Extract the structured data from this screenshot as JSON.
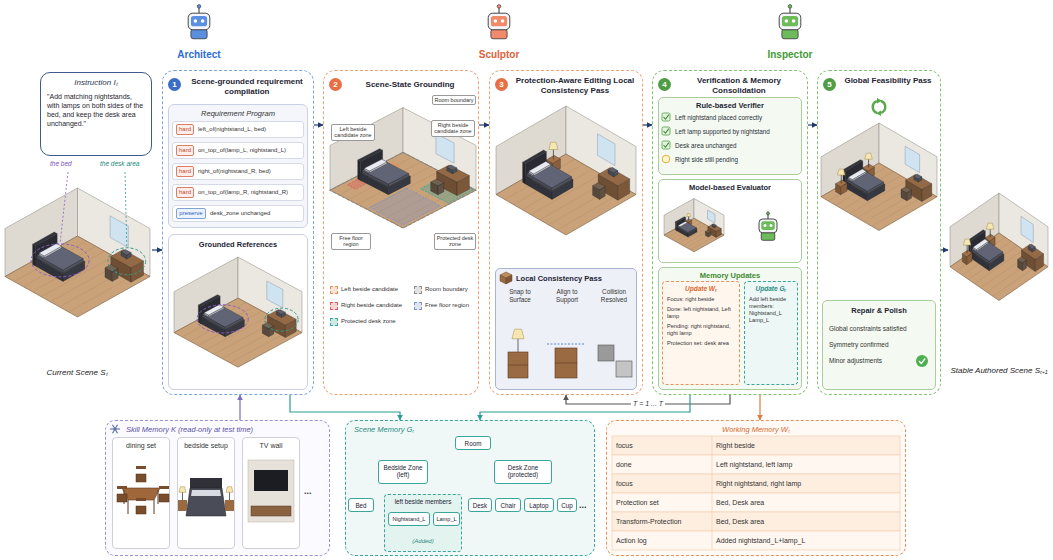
{
  "diagram": {
    "nodes": [
      {
        "text": [
          "Instruction Iₜ",
          "\"Add matching nightstands, with lamps on both sides of the bed, and keep the desk area unchanged.\""
        ]
      },
      {
        "text": [
          "Current Scene Sₜ"
        ]
      },
      {
        "text": [
          "1",
          "Scene-grounded requirement compilation"
        ]
      },
      {
        "text": [
          "Requirement Program"
        ],
        "in": 2
      },
      {
        "text": [
          "hard",
          "left_of(nightstand_L, bed)"
        ],
        "in": 3
      },
      {
        "text": [
          "hard",
          "on_top_of(lamp_L, nightstand_L)"
        ],
        "in": 3
      },
      {
        "text": [
          "hard",
          "right_of(nightstand_R, bed)"
        ],
        "in": 3
      },
      {
        "text": [
          "hard",
          "on_top_of(lamp_R, nightstand_R)"
        ],
        "in": 3
      },
      {
        "text": [
          "preserve",
          "desk_zone unchanged"
        ],
        "in": 3
      },
      {
        "text": [
          "Grounded References"
        ],
        "in": 2
      },
      {
        "text": [
          "2",
          "Scene-State Grounding"
        ]
      },
      {
        "text": [
          "3",
          "Protection-Aware Editing Local Consistency Pass"
        ]
      },
      {
        "text": [
          "Local Consistency Pass",
          "Snap to Surface",
          "Align to Support",
          "Collision Resolved"
        ],
        "in": 11
      },
      {
        "text": [
          "4",
          "Verification & Memory Consolidation"
        ]
      },
      {
        "text": [
          "Rule-based Verifier",
          "Left nightstand placed correctly",
          "Left lamp supported by nightstand",
          "Desk area unchanged",
          "Right side still pending"
        ],
        "in": 13
      },
      {
        "text": [
          "Model-based Evaluator"
        ],
        "in": 13
      },
      {
        "text": [
          "Memory Updates"
        ],
        "in": 13
      },
      {
        "text": [
          "Update Wₜ",
          "Focus: right beside",
          "Done: left nightstand, Left lamp",
          "Pending: right nightstand, right lamp",
          "Protection set: desk area"
        ],
        "in": 16
      },
      {
        "text": [
          "Update Gₜ",
          "Add left beside members: Nightstand_L Lamp_L"
        ],
        "in": 16
      },
      {
        "text": [
          "5",
          "Global Feasibility Pass"
        ]
      },
      {
        "text": [
          "Repair & Polish",
          "Global constraints satisfied",
          "Symmetry confirmed",
          "Minor adjustments"
        ],
        "in": 19
      },
      {
        "text": [
          "Stable Authored Scene Sₜ₊₁"
        ]
      },
      {
        "text": [
          "Skill Memory K (read-only at test time)"
        ]
      },
      {
        "text": [
          "dining set"
        ],
        "in": 22
      },
      {
        "text": [
          "bedside setup"
        ],
        "in": 22
      },
      {
        "text": [
          "TV wall"
        ],
        "in": 22
      },
      {
        "text": [
          "Scene Memory Gₜ"
        ]
      },
      {
        "text": [
          "Room"
        ],
        "in": 26
      },
      {
        "text": [
          "Bedside Zone (left)"
        ],
        "in": 26
      },
      {
        "text": [
          "Desk Zone (protected)"
        ],
        "in": 26
      },
      {
        "text": [
          "Bed"
        ],
        "in": 26
      },
      {
        "text": [
          "left beside members",
          "(Added)"
        ],
        "in": 26
      },
      {
        "text": [
          "Nightstand_L"
        ],
        "in": 31
      },
      {
        "text": [
          "Lamp_L"
        ],
        "in": 31
      },
      {
        "text": [
          "Desk"
        ],
        "in": 26
      },
      {
        "text": [
          "Chair"
        ],
        "in": 26
      },
      {
        "text": [
          "Laptop"
        ],
        "in": 26
      },
      {
        "text": [
          "Cup"
        ],
        "in": 26
      },
      {
        "text": [
          "Working Memory Wₜ"
        ]
      }
    ],
    "edges": [
      {
        "from": 1,
        "to": 2,
        "arrow": "to"
      },
      {
        "from": 2,
        "to": 10,
        "arrow": "to"
      },
      {
        "from": 10,
        "to": 11,
        "arrow": "to"
      },
      {
        "from": 11,
        "to": 13,
        "arrow": "to"
      },
      {
        "from": 13,
        "to": 19,
        "arrow": "to"
      },
      {
        "from": 19,
        "to": 21,
        "arrow": "to"
      },
      {
        "from": 13,
        "to": 11,
        "label": "T = 1 ... T",
        "arrow": "to"
      },
      {
        "from": 22,
        "to": 2,
        "arrow": "to"
      },
      {
        "from": 2,
        "to": 26,
        "arrow": "to"
      },
      {
        "from": 13,
        "to": 26,
        "arrow": "to"
      },
      {
        "from": 13,
        "to": 38,
        "arrow": "to"
      },
      {
        "from": 27,
        "to": 28,
        "arrow": "none"
      },
      {
        "from": 27,
        "to": 29,
        "arrow": "none"
      },
      {
        "from": 28,
        "to": 30,
        "arrow": "none"
      },
      {
        "from": 28,
        "to": 31,
        "arrow": "none"
      },
      {
        "from": 29,
        "to": 34,
        "arrow": "none"
      },
      {
        "from": 29,
        "to": 35,
        "arrow": "none"
      },
      {
        "from": 29,
        "to": 36,
        "arrow": "none"
      },
      {
        "from": 29,
        "to": 37,
        "arrow": "none"
      }
    ],
    "labels": [
      "Architect",
      "Sculptor",
      "Inspector",
      "the bed",
      "the desk area",
      "Left beside candidate zone",
      "Right beside candidate zone",
      "Room boundary",
      "Free floor region",
      "Protected desk zone",
      "...",
      "...",
      "focus",
      "Right beside",
      "done",
      "Left nightstand, left lamp",
      "focus",
      "Right nightstand, right lamp",
      "Protection set",
      "Bed, Desk area",
      "Transform-Protection",
      "Bed, Desk area",
      "Action log",
      "Added nightstand_L+lamp_L"
    ],
    "legend": [
      {
        "text": "Left beside candidate",
        "color": "#e8905a"
      },
      {
        "text": "Room boundary",
        "color": "#8c8c8c"
      },
      {
        "text": "Right beside candidate",
        "color": "#e05a5a"
      },
      {
        "text": "Free floor region",
        "color": "#7d93c4"
      },
      {
        "text": "Protected desk zone",
        "color": "#3aa59a"
      }
    ]
  }
}
